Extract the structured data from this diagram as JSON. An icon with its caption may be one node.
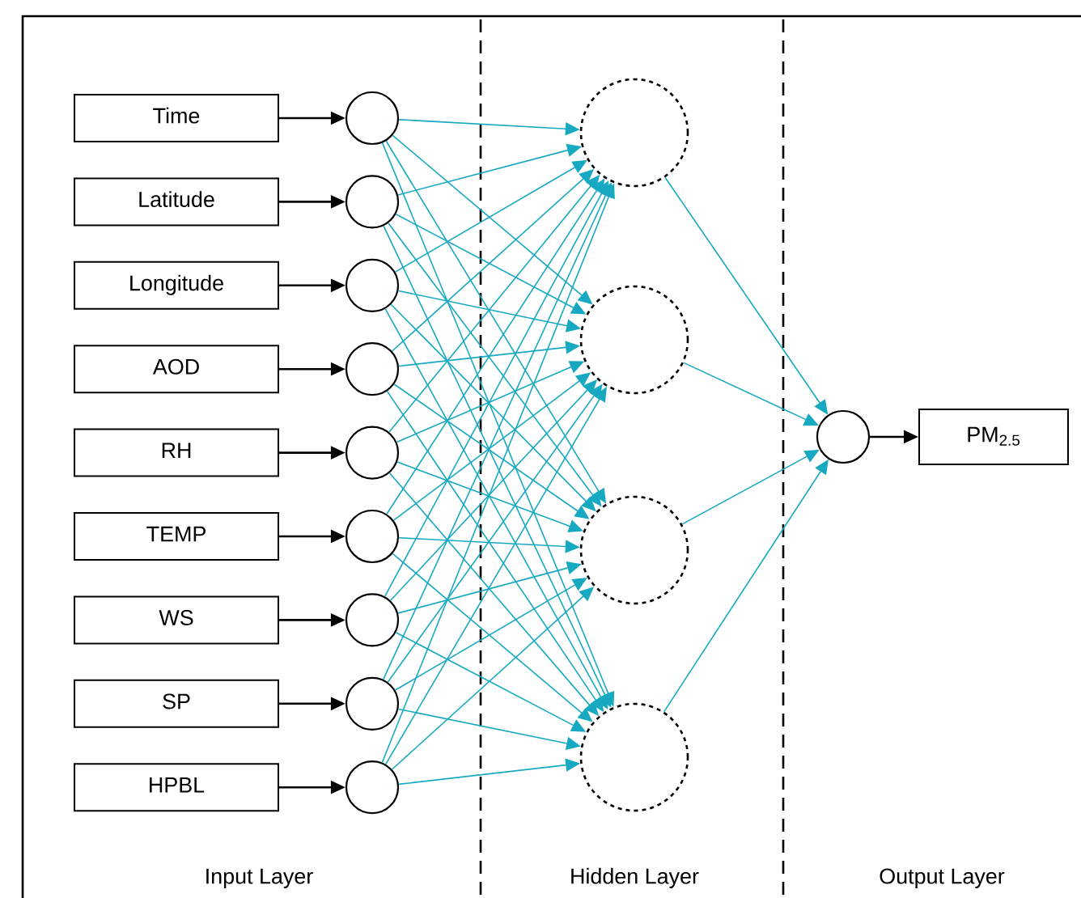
{
  "diagram": {
    "nodes": [
      {
        "text": [
          "Time"
        ]
      },
      {
        "text": [
          "Latitude"
        ]
      },
      {
        "text": [
          "Longitude"
        ]
      },
      {
        "text": [
          "AOD"
        ]
      },
      {
        "text": [
          "RH"
        ]
      },
      {
        "text": [
          "TEMP"
        ]
      },
      {
        "text": [
          "WS"
        ]
      },
      {
        "text": [
          "SP"
        ]
      },
      {
        "text": [
          "HPBL"
        ]
      },
      {
        "text": [],
        "shape": "circle"
      },
      {
        "text": [],
        "shape": "circle"
      },
      {
        "text": [],
        "shape": "circle"
      },
      {
        "text": [],
        "shape": "circle"
      },
      {
        "text": [],
        "shape": "circle"
      },
      {
        "text": [],
        "shape": "circle"
      },
      {
        "text": [],
        "shape": "circle"
      },
      {
        "text": [],
        "shape": "circle"
      },
      {
        "text": [],
        "shape": "circle"
      },
      {
        "text": [],
        "shape": "circle"
      },
      {
        "text": [],
        "shape": "circle"
      },
      {
        "text": [],
        "shape": "circle"
      },
      {
        "text": [],
        "shape": "circle"
      },
      {
        "text": [],
        "shape": "circle"
      },
      {
        "text": [
          "PM$_{2.5}$"
        ]
      }
    ],
    "edges": [
      {
        "from": 0,
        "to": 9,
        "arrow": "to",
        "color": "#000000"
      },
      {
        "from": 1,
        "to": 10,
        "arrow": "to",
        "color": "#000000"
      },
      {
        "from": 2,
        "to": 11,
        "arrow": "to",
        "color": "#000000"
      },
      {
        "from": 3,
        "to": 12,
        "arrow": "to",
        "color": "#000000"
      },
      {
        "from": 4,
        "to": 13,
        "arrow": "to",
        "color": "#000000"
      },
      {
        "from": 5,
        "to": 14,
        "arrow": "to",
        "color": "#000000"
      },
      {
        "from": 6,
        "to": 15,
        "arrow": "to",
        "color": "#000000"
      },
      {
        "from": 7,
        "to": 16,
        "arrow": "to",
        "color": "#000000"
      },
      {
        "from": 8,
        "to": 17,
        "arrow": "to",
        "color": "#000000"
      },
      {
        "from": 9,
        "to": 18,
        "arrow": "to"
      },
      {
        "from": 9,
        "to": 19,
        "arrow": "to"
      },
      {
        "from": 9,
        "to": 20,
        "arrow": "to"
      },
      {
        "from": 9,
        "to": 21,
        "arrow": "to"
      },
      {
        "from": 10,
        "to": 18,
        "arrow": "to"
      },
      {
        "from": 10,
        "to": 19,
        "arrow": "to"
      },
      {
        "from": 10,
        "to": 20,
        "arrow": "to"
      },
      {
        "from": 10,
        "to": 21,
        "arrow": "to"
      },
      {
        "from": 11,
        "to": 18,
        "arrow": "to"
      },
      {
        "from": 11,
        "to": 19,
        "arrow": "to"
      },
      {
        "from": 11,
        "to": 20,
        "arrow": "to"
      },
      {
        "from": 11,
        "to": 21,
        "arrow": "to"
      },
      {
        "from": 12,
        "to": 18,
        "arrow": "to"
      },
      {
        "from": 12,
        "to": 19,
        "arrow": "to"
      },
      {
        "from": 12,
        "to": 20,
        "arrow": "to"
      },
      {
        "from": 12,
        "to": 21,
        "arrow": "to"
      },
      {
        "from": 13,
        "to": 18,
        "arrow": "to"
      },
      {
        "from": 13,
        "to": 19,
        "arrow": "to"
      },
      {
        "from": 13,
        "to": 20,
        "arrow": "to"
      },
      {
        "from": 13,
        "to": 21,
        "arrow": "to"
      },
      {
        "from": 14,
        "to": 18,
        "arrow": "to"
      },
      {
        "from": 14,
        "to": 19,
        "arrow": "to"
      },
      {
        "from": 14,
        "to": 20,
        "arrow": "to"
      },
      {
        "from": 14,
        "to": 21,
        "arrow": "to"
      },
      {
        "from": 15,
        "to": 18,
        "arrow": "to"
      },
      {
        "from": 15,
        "to": 19,
        "arrow": "to"
      },
      {
        "from": 15,
        "to": 20,
        "arrow": "to"
      },
      {
        "from": 15,
        "to": 21,
        "arrow": "to"
      },
      {
        "from": 16,
        "to": 18,
        "arrow": "to"
      },
      {
        "from": 16,
        "to": 19,
        "arrow": "to"
      },
      {
        "from": 16,
        "to": 20,
        "arrow": "to"
      },
      {
        "from": 16,
        "to": 21,
        "arrow": "to"
      },
      {
        "from": 17,
        "to": 18,
        "arrow": "to"
      },
      {
        "from": 17,
        "to": 19,
        "arrow": "to"
      },
      {
        "from": 17,
        "to": 20,
        "arrow": "to"
      },
      {
        "from": 17,
        "to": 21,
        "arrow": "to"
      },
      {
        "from": 18,
        "to": 22,
        "arrow": "to"
      },
      {
        "from": 19,
        "to": 22,
        "arrow": "to"
      },
      {
        "from": 20,
        "to": 22,
        "arrow": "to"
      },
      {
        "from": 21,
        "to": 22,
        "arrow": "to"
      },
      {
        "from": 22,
        "to": 23,
        "arrow": "to",
        "color": "#000000"
      }
    ],
    "labels": [
      "Input Layer",
      "Hidden Layer",
      "Output Layer"
    ]
  }
}
